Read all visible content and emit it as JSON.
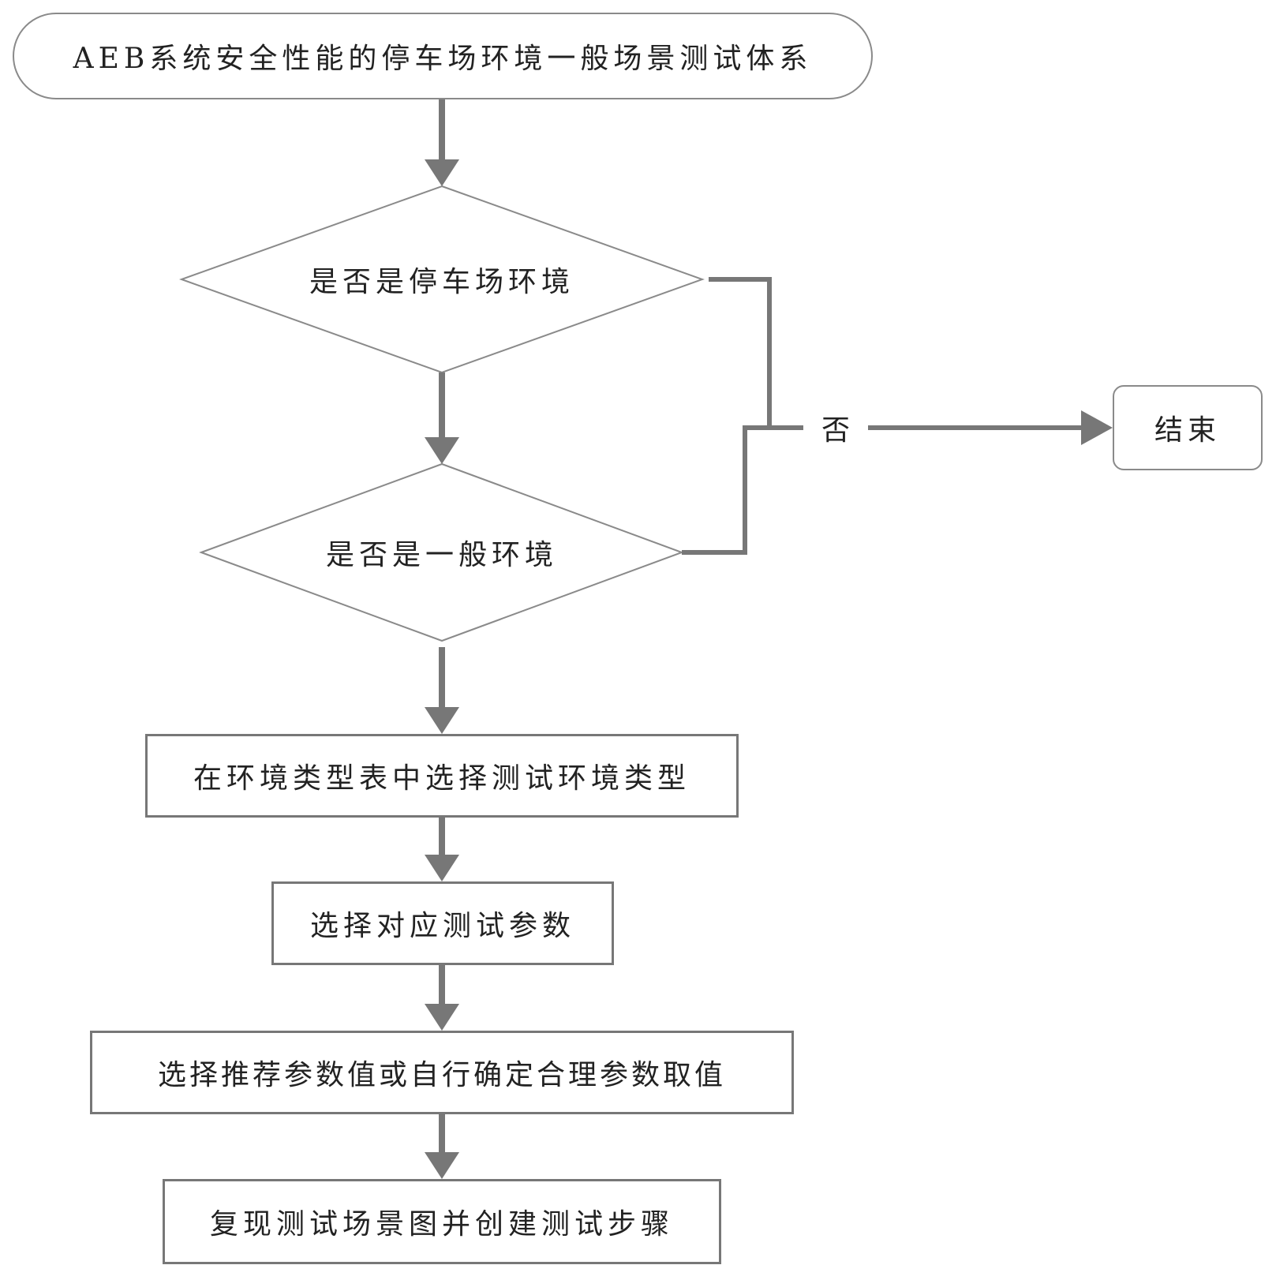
{
  "colors": {
    "line": "#777777",
    "node_border": "#8a8a8a",
    "diamond_fill": "#ffffff",
    "text": "#222222"
  },
  "nodes": {
    "start": "AEB系统安全性能的停车场环境一般场景测试体系",
    "decision_parking": "是否是停车场环境",
    "decision_general": "是否是一般环境",
    "no_label": "否",
    "end": "结束",
    "step_select_env": "在环境类型表中选择测试环境类型",
    "step_select_params": "选择对应测试参数",
    "step_param_values": "选择推荐参数值或自行确定合理参数取值",
    "step_reproduce": "复现测试场景图并创建测试步骤"
  }
}
